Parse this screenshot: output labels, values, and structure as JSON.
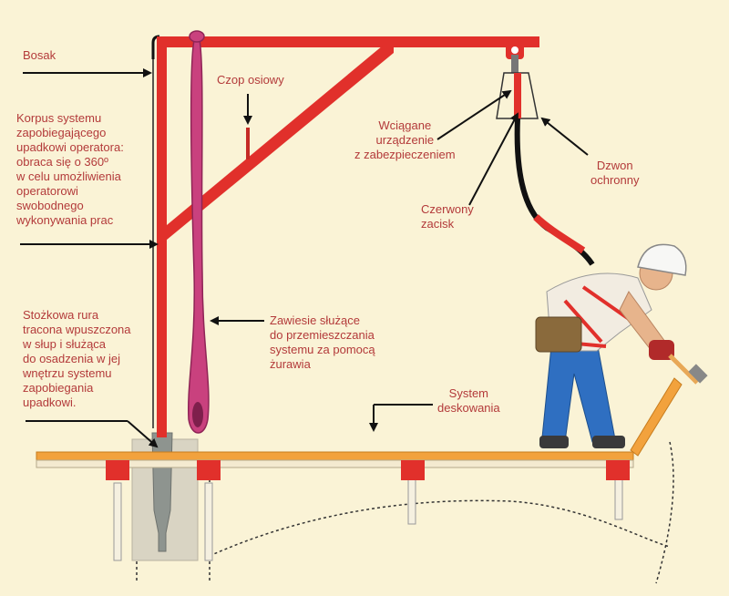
{
  "colors": {
    "background": "#faf3d6",
    "crane_red": "#e1302b",
    "sling_pink": "#c9417e",
    "label_text": "#b33a3a",
    "arrow": "#111111",
    "deck_orange": "#f2a23d",
    "concrete": "#d9d4c3"
  },
  "labels": {
    "bosak": "Bosak",
    "czop_osiowy": "Czop osiowy",
    "korpus_systemu": "Korpus systemu\nzapobiegającego\nupadkowi operatora:\nobraca się o 360º\nw celu umożliwienia\noperatorowi\nswobodnego\nwykonywania prac",
    "wciagane_urzadzenie": "Wciągane\nurządzenie\nz zabezpieczeniem",
    "dzwon_ochronny": "Dzwon\nochronny",
    "czerwony_zacisk": "Czerwony\nzacisk",
    "zawiesie": "Zawiesie służące\ndo przemieszczania\nsystemu za pomocą\nżurawia",
    "stozkowa_rura": "Stożkowa rura\ntracona wpuszczona\nw słup i służąca\ndo osadzenia w jej\nwnętrzu systemu\nzapobiegania\nupadkowi.",
    "system_deskowania": "System\ndeskowania"
  },
  "icons": {
    "worker": "worker-with-hammer-icon",
    "hard_hat": "hard-hat-icon"
  }
}
